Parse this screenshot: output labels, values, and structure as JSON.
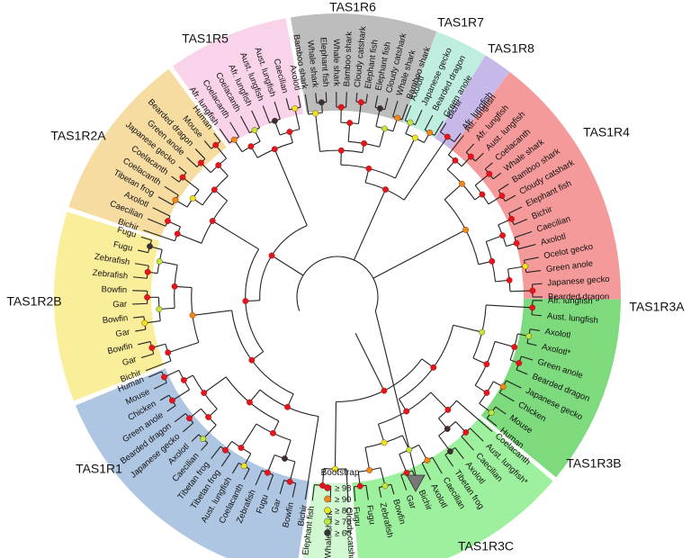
{
  "figure": {
    "legend": {
      "title": "Bootstrap",
      "items": [
        {
          "label": "≥ 98",
          "color": "#e8141c"
        },
        {
          "label": "≥ 90",
          "color": "#f08a12"
        },
        {
          "label": "≥ 80",
          "color": "#e8e81a"
        },
        {
          "label": "≥ 70",
          "color": "#b8ea3a"
        },
        {
          "label": "≥ 60",
          "color": "#333333"
        }
      ]
    },
    "clades": [
      {
        "name": "TAS1R1",
        "color": "#aec6e2",
        "leaves": [
          "Human",
          "Mouse",
          "Chicken",
          "Green anole",
          "Bearded dragon",
          "Japanese gecko",
          "Axolotl",
          "Caecilian",
          "Tibetan frog",
          "Tibetan frog",
          "Aust. lungfish",
          "Coelacanth",
          "Zebrafish",
          "Fugu",
          "Gar",
          "Bowfin",
          "Bichir"
        ]
      },
      {
        "name": "TAS1R2B",
        "color": "#fbee9a",
        "leaves": [
          "Fugu",
          "Fugu",
          "Zebrafish",
          "Zebrafish",
          "Bowfin",
          "Gar",
          "Bowfin",
          "Gar",
          "Bowfin",
          "Gar",
          "Bichir"
        ]
      },
      {
        "name": "TAS1R2A",
        "color": "#f7dca2",
        "leaves": [
          "Human",
          "Mouse",
          "Bearded dragon",
          "Green anole",
          "Japanese gecko",
          "Coelacanth",
          "Coelacanth",
          "Tibetan frog",
          "Axolotl",
          "Caecilian",
          "Bichir"
        ]
      },
      {
        "name": "TAS1R5",
        "color": "#f8d3ea",
        "leaves": [
          "Axolotl",
          "Caecilian",
          "Aust. lungfish",
          "Aust. lungfish",
          "Afr. lungfish",
          "Coelacanth",
          "Coelacanth",
          "Afr. lungfish"
        ]
      },
      {
        "name": "TAS1R6",
        "color": "#bdbdbd",
        "leaves": [
          "Bamboo shark",
          "Whale shark",
          "Cloudy catshark",
          "Elephant fish",
          "Elephant fish",
          "Cloudy catshark",
          "Bamboo shark",
          "Whale shark",
          "Elephant fish",
          "Whale shark",
          "Bamboo shark"
        ]
      },
      {
        "name": "TAS1R7",
        "color": "#bfeee0",
        "leaves": [
          "Green anole",
          "Bearded dragon",
          "Japanese gecko",
          "Axolotl"
        ]
      },
      {
        "name": "TAS1R8",
        "color": "#c7b8ea",
        "leaves": [
          "Afr. lungfish",
          "Bichir"
        ]
      },
      {
        "name": "TAS1R4",
        "color": "#f59a9a",
        "leaves": [
          "Bearded dragon",
          "Japanese gecko",
          "Green anole",
          "Ocelot gecko",
          "Axolotl",
          "Caecilian",
          "Bichir",
          "Elephant fish",
          "Cloudy catshark",
          "Bamboo shark",
          "Whale shark",
          "Coelacanth",
          "Aust. lungfish",
          "Afr. lungfish",
          "Afr. lungfish"
        ]
      },
      {
        "name": "TAS1R3A",
        "color": "#7dda7d",
        "leaves": [
          "Human",
          "Mouse",
          "Chicken",
          "Japanese gecko",
          "Bearded dragon",
          "Green anole",
          "Axolotl*",
          "Axolotl",
          "Aust. lungfish",
          "Afr. lungfish"
        ]
      },
      {
        "name": "TAS1R3B",
        "color": "#9df09d",
        "leaves": [
          "Fugu",
          "Fugu",
          "Zebrafish",
          "Bowfin",
          "Gar",
          "Bichir",
          "Axolotl",
          "Caecilian",
          "Tibetan frog",
          "Axolotl",
          "Caecilian",
          "Aust. lungfish*",
          "Coelacanth"
        ]
      },
      {
        "name": "TAS1R3C",
        "color": "#d2f8d2",
        "leaves": [
          "Elephant fish",
          "Whale shark*",
          "Cloudy catshark"
        ]
      }
    ]
  }
}
